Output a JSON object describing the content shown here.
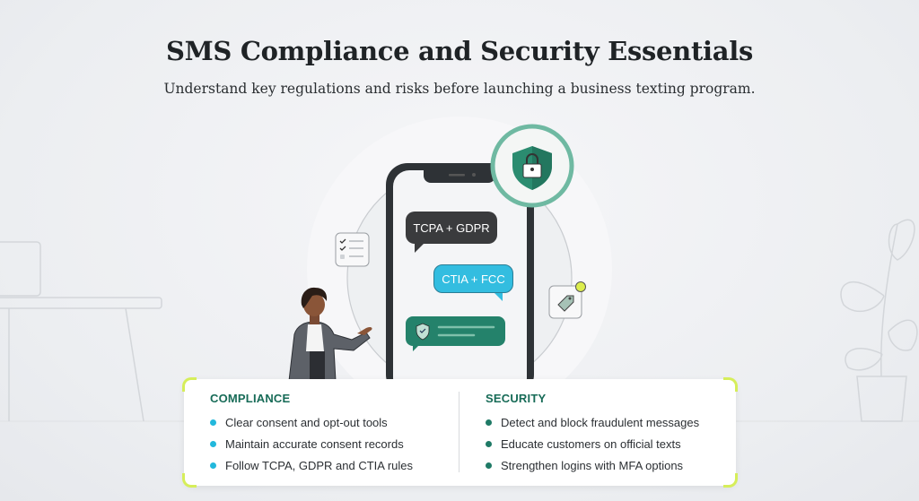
{
  "header": {
    "title": "SMS Compliance and Security Essentials",
    "subtitle": "Understand key regulations and risks before launching a business texting program."
  },
  "phone": {
    "bubbles": [
      "TCPA + GDPR",
      "CTIA + FCC"
    ]
  },
  "colors": {
    "compliance_bullet": "#22b8dc",
    "security_bullet": "#1f7a66",
    "heading": "#176b57",
    "accent": "#d6ee5a",
    "bubble_dark": "#3a3b3d",
    "bubble_blue": "#33bde0",
    "bubble_green": "#24826b"
  },
  "compliance": {
    "heading": "COMPLIANCE",
    "items": [
      "Clear consent and opt-out tools",
      "Maintain accurate consent records",
      "Follow TCPA, GDPR and CTIA rules"
    ]
  },
  "security": {
    "heading": "SECURITY",
    "items": [
      "Detect and block fraudulent messages",
      "Educate customers on official texts",
      "Strengthen logins with MFA options"
    ]
  }
}
